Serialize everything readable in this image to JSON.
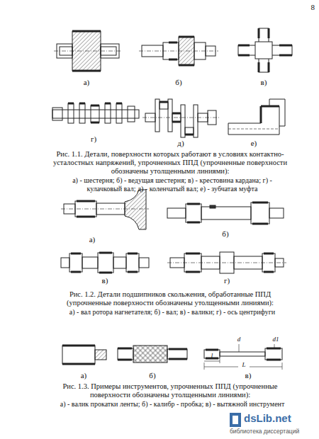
{
  "diagram": {
    "labels": [
      "8",
      "а)",
      "б)",
      "в)",
      "г)",
      "д)",
      "е)",
      "Рис. 1.1. Детали, поверхности которых работают в условиях контактно-усталостных напряжений, упрочненных ППД (упрочненные поверхности обозначены утолщенными линиями):",
      "а) - шестерня; б) - ведущая шестерня; в) - крестовина кардана; г) - кулачковый вал; д) - коленчатый вал; е) - зубчатая муфта",
      "а)",
      "б)",
      "в)",
      "г)",
      "Рис. 1.2. Детали подшипников скольжения, обработанные ППД (упрочненные поверхности обозначены утолщенными линиями):",
      "а) - вал ротора нагнетателя; б) - вал; в) - валики; г) - ось центрифуги",
      "а)",
      "б)",
      "в)",
      "l",
      "L",
      "d",
      "d1",
      "Рис. 1.3. Примеры инструментов, упрочненных ППД (упрочненные поверхности обозначены утолщенными линиями):",
      "а) - валик прокатки ленты; б) - калибр - пробка; в) - вытяжной инструмент",
      "dsLib.net",
      "библиотека диссертаций"
    ]
  }
}
